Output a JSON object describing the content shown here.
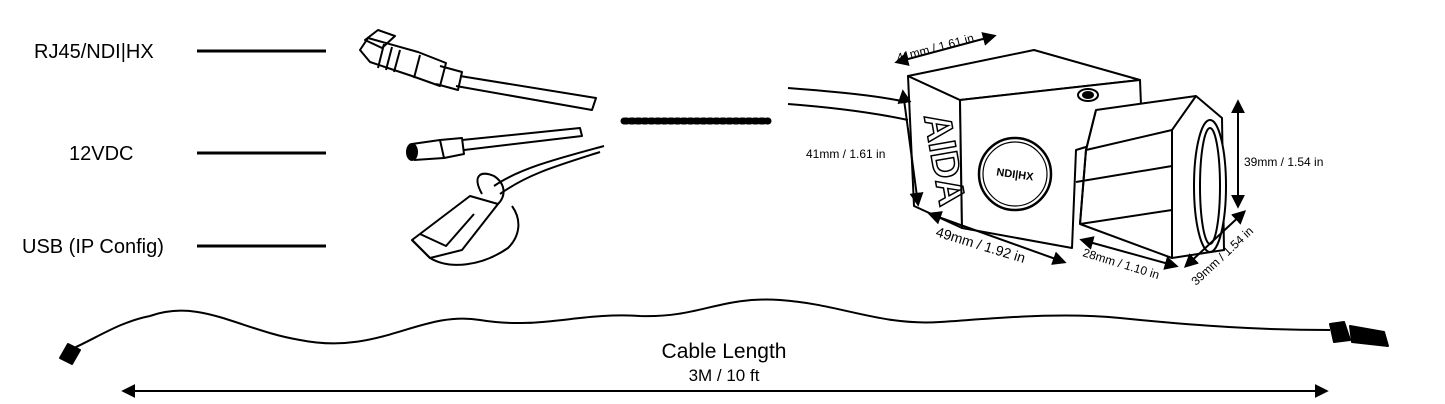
{
  "connectors": [
    {
      "label": "RJ45/NDI|HX"
    },
    {
      "label": "12VDC"
    },
    {
      "label": "USB (IP Config)"
    }
  ],
  "camera": {
    "brand": "AIDA",
    "badge": "NDI|HX"
  },
  "dimensions": {
    "top_width": "41mm / 1.61 in",
    "front_height": "41mm / 1.61 in",
    "body_length": "49mm / 1.92 in",
    "lens_length": "28mm / 1.10 in",
    "lens_height": "39mm / 1.54 in",
    "lens_width": "39mm / 1.54 in"
  },
  "cable": {
    "title": "Cable Length",
    "length": "3M / 10 ft"
  }
}
